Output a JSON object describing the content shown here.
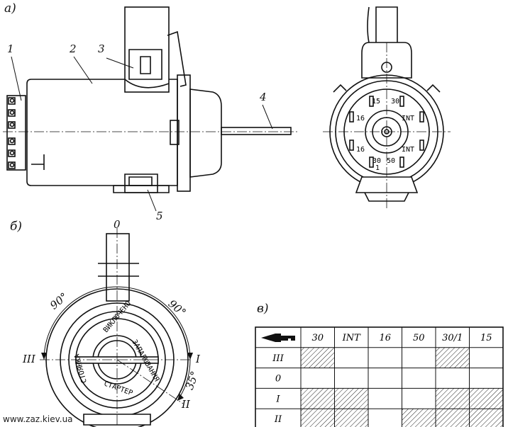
{
  "figure_labels": {
    "a": "а)",
    "b": "б)",
    "v": "в)"
  },
  "part_numbers": [
    "1",
    "2",
    "3",
    "4",
    "5"
  ],
  "end_view_terminals": {
    "top_left": "15",
    "top_right": "30",
    "left_upper": "16",
    "right_upper": "INT",
    "left_lower": "16",
    "right_lower": "INT",
    "bottom_left": "30",
    "bottom_left_sub": "1",
    "bottom_right": "50"
  },
  "dial": {
    "position_top": "0",
    "position_left": "III",
    "position_right": "I",
    "position_lower_right": "II",
    "angle_left": "90°",
    "angle_right": "90°",
    "angle_lower": "35°",
    "ring_text_1": "ВИКЛЮЧЕНО",
    "ring_text_2": "ЗАПАЛЮВАННЯ",
    "ring_text_3": "СТАРТЕР",
    "ring_text_4": "СТОЯНКА"
  },
  "table": {
    "header_icon": "key-icon",
    "columns": [
      "30",
      "INT",
      "16",
      "50",
      "30/1",
      "15"
    ],
    "rows": [
      {
        "position": "III",
        "hatched": [
          true,
          false,
          false,
          false,
          true,
          false
        ]
      },
      {
        "position": "0",
        "hatched": [
          false,
          false,
          false,
          false,
          false,
          false
        ]
      },
      {
        "position": "I",
        "hatched": [
          true,
          true,
          false,
          false,
          true,
          true
        ]
      },
      {
        "position": "II",
        "hatched": [
          true,
          true,
          false,
          true,
          true,
          true
        ]
      }
    ]
  },
  "watermark": "www.zaz.kiev.ua"
}
